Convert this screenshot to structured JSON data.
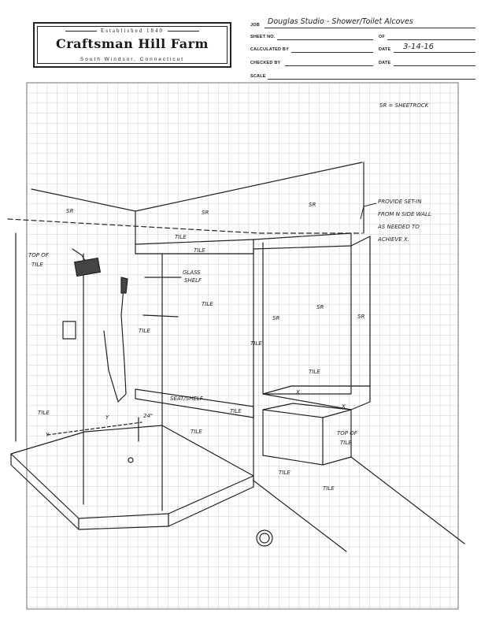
{
  "logo": {
    "established": "Established 1840",
    "name": "Craftsman Hill Farm",
    "location": "South Windsor, Connecticut"
  },
  "title_block": {
    "job_label": "JOB",
    "job_value": "Douglas Studio - Shower/Toilet Alcoves",
    "sheet_label": "SHEET NO.",
    "of_label": "OF",
    "calculated_label": "CALCULATED BY",
    "date_label": "DATE",
    "date_value": "3-14-16",
    "checked_label": "CHECKED BY",
    "date2_label": "DATE",
    "scale_label": "SCALE"
  },
  "notes": {
    "legend": "SR = SHEETROCK",
    "provide_1": "PROVIDE SET-IN",
    "provide_2": "FROM N SIDE WALL",
    "provide_3": "AS NEEDED TO",
    "provide_4": "ACHIEVE X."
  },
  "labels": {
    "sr_ceiling_left": "SR",
    "sr_ceiling_mid": "SR",
    "sr_ceiling_right": "SR",
    "tile_band_top": "TILE",
    "tile_band_top2": "TILE",
    "top_of_tile_left_1": "TOP OF",
    "top_of_tile_left_2": "TILE",
    "glass_shelf_1": "GLASS",
    "glass_shelf_2": "SHELF",
    "tile_wall": "TILE",
    "tile_wall_2": "TILE",
    "sr_alcove_left": "SR",
    "sr_alcove_mid": "SR",
    "sr_alcove_right": "SR",
    "tile_post": "TILE",
    "tile_alcove_bottom": "TILE",
    "x_left": "X",
    "x_right": "X",
    "seat_shelf": "SEAT/SHELF",
    "tile_seat": "TILE",
    "tile_left": "TILE",
    "tile_front": "TILE",
    "dim_y1": "Y",
    "dim_y2": "Y",
    "dim_24": "24\"",
    "top_of_tile_right_1": "TOP OF",
    "top_of_tile_right_2": "TILE",
    "tile_floor_1": "TILE",
    "tile_floor_2": "TILE"
  }
}
